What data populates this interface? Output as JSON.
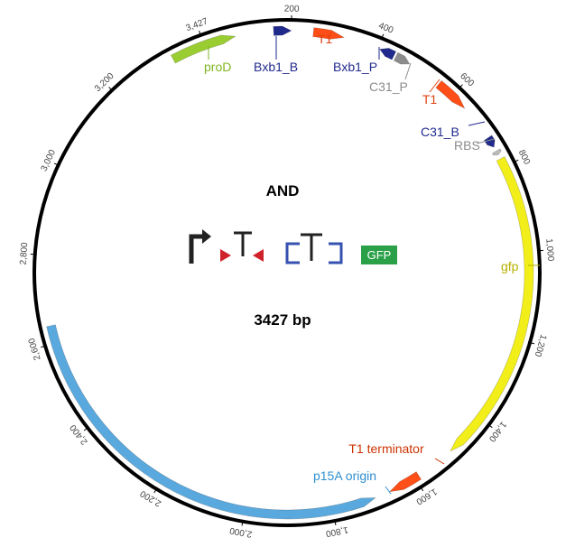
{
  "plasmid": {
    "title": "AND",
    "size_label": "3427 bp",
    "length_bp": 3427,
    "backbone_color": "#000000"
  },
  "ticks": [
    {
      "bp": 200,
      "label": "200"
    },
    {
      "bp": 400,
      "label": "400"
    },
    {
      "bp": 600,
      "label": "600"
    },
    {
      "bp": 800,
      "label": "800"
    },
    {
      "bp": 1000,
      "label": "1,000"
    },
    {
      "bp": 1200,
      "label": "1,200"
    },
    {
      "bp": 1400,
      "label": "1,400"
    },
    {
      "bp": 1600,
      "label": "1,600"
    },
    {
      "bp": 1800,
      "label": "1,800"
    },
    {
      "bp": 2000,
      "label": "2,000"
    },
    {
      "bp": 2200,
      "label": "2,200"
    },
    {
      "bp": 2400,
      "label": "2,400"
    },
    {
      "bp": 2600,
      "label": "2,600"
    },
    {
      "bp": 2800,
      "label": "2,800"
    },
    {
      "bp": 3000,
      "label": "3,000"
    },
    {
      "bp": 3200,
      "label": "3,200"
    },
    {
      "bp": 3427,
      "label": "3,427"
    }
  ],
  "features": [
    {
      "name": "proD",
      "label": "proD",
      "start": 3350,
      "end": 3500,
      "color": "#9acd32",
      "label_color": "#7fb521",
      "strand": 1
    },
    {
      "name": "Bxb1_B",
      "label": "Bxb1_B",
      "start": 160,
      "end": 200,
      "color": "#1f2a8c",
      "label_color": "#1f2a8c",
      "strand": 1
    },
    {
      "name": "T1-a",
      "label": "T1",
      "start": 250,
      "end": 320,
      "color": "#ff4e17",
      "label_color": "#e0420f",
      "strand": 1
    },
    {
      "name": "Bxb1_P",
      "label": "Bxb1_P",
      "start": 405,
      "end": 440,
      "color": "#1f2a8c",
      "label_color": "#1f2a8c",
      "strand": -1
    },
    {
      "name": "C31_P",
      "label": "C31_P",
      "start": 445,
      "end": 480,
      "color": "#8c8c8c",
      "label_color": "#8c8c8c",
      "strand": 1
    },
    {
      "name": "T1-b",
      "label": "T1",
      "start": 560,
      "end": 640,
      "color": "#ff4e17",
      "label_color": "#e0420f",
      "strand": 1
    },
    {
      "name": "C31_B",
      "label": "C31_B",
      "start": 725,
      "end": 750,
      "color": "#1f2a8c",
      "label_color": "#1f2a8c",
      "strand": 1
    },
    {
      "name": "RBS",
      "label": "RBS",
      "start": 760,
      "end": 770,
      "color": "#bbbbbb",
      "label_color": "#8c8c8c",
      "strand": 1
    },
    {
      "name": "gfp",
      "label": "gfp",
      "start": 780,
      "end": 1500,
      "color": "#f2ee1a",
      "label_color": "#b5b000",
      "strand": 1
    },
    {
      "name": "T1 terminator",
      "label": "T1 terminator",
      "start": 1590,
      "end": 1665,
      "color": "#ff4e17",
      "label_color": "#cc3300",
      "strand": 1
    },
    {
      "name": "p15A origin",
      "label": "p15A origin",
      "start": 1700,
      "end": 2640,
      "color": "#5aa9de",
      "label_color": "#2f8fcf",
      "strand": -1
    }
  ],
  "circuit": {
    "gfp_label": "GFP",
    "promoter_color": "#222222",
    "site_red": "#d0222b",
    "site_blue": "#3652b0",
    "gfp_color": "#2aa048"
  }
}
